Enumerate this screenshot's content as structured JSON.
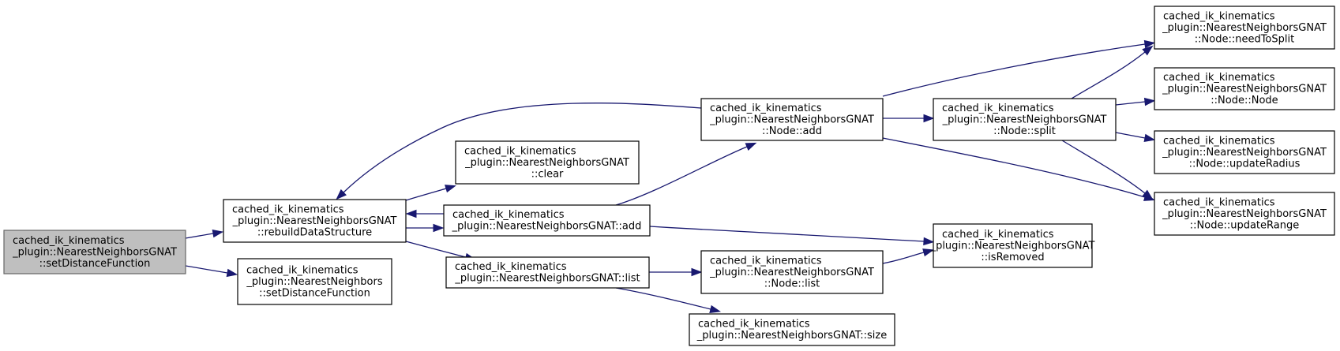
{
  "diagram": {
    "type": "call-graph",
    "colors": {
      "edge": "#191970",
      "node_border": "#000000",
      "node_fill": "#ffffff",
      "current_node_fill": "#bfbfbf",
      "current_node_border": "#666666"
    },
    "nodes": [
      {
        "id": "setDistanceFunction",
        "current": true,
        "lines": [
          "cached_ik_kinematics",
          "_plugin::NearestNeighborsGNAT",
          "::setDistanceFunction"
        ]
      },
      {
        "id": "rebuildDataStructure",
        "lines": [
          "cached_ik_kinematics",
          "_plugin::NearestNeighborsGNAT",
          "::rebuildDataStructure"
        ]
      },
      {
        "id": "nn_setDistanceFunction",
        "lines": [
          "cached_ik_kinematics",
          "_plugin::NearestNeighbors",
          "::setDistanceFunction"
        ]
      },
      {
        "id": "clear",
        "lines": [
          "cached_ik_kinematics",
          "_plugin::NearestNeighborsGNAT",
          "::clear"
        ]
      },
      {
        "id": "add",
        "lines": [
          "cached_ik_kinematics",
          "_plugin::NearestNeighborsGNAT::add"
        ]
      },
      {
        "id": "list",
        "lines": [
          "cached_ik_kinematics",
          "_plugin::NearestNeighborsGNAT::list"
        ]
      },
      {
        "id": "node_add",
        "lines": [
          "cached_ik_kinematics",
          "_plugin::NearestNeighborsGNAT",
          "::Node::add"
        ]
      },
      {
        "id": "node_list",
        "lines": [
          "cached_ik_kinematics",
          "_plugin::NearestNeighborsGNAT",
          "::Node::list"
        ]
      },
      {
        "id": "size",
        "lines": [
          "cached_ik_kinematics",
          "_plugin::NearestNeighborsGNAT::size"
        ]
      },
      {
        "id": "node_split",
        "lines": [
          "cached_ik_kinematics",
          "_plugin::NearestNeighborsGNAT",
          "::Node::split"
        ]
      },
      {
        "id": "isRemoved",
        "lines": [
          "cached_ik_kinematics",
          "_plugin::NearestNeighborsGNAT",
          "::isRemoved"
        ]
      },
      {
        "id": "needToSplit",
        "lines": [
          "cached_ik_kinematics",
          "_plugin::NearestNeighborsGNAT",
          "::Node::needToSplit"
        ]
      },
      {
        "id": "node_ctor",
        "lines": [
          "cached_ik_kinematics",
          "_plugin::NearestNeighborsGNAT",
          "::Node::Node"
        ]
      },
      {
        "id": "updateRadius",
        "lines": [
          "cached_ik_kinematics",
          "_plugin::NearestNeighborsGNAT",
          "::Node::updateRadius"
        ]
      },
      {
        "id": "updateRange",
        "lines": [
          "cached_ik_kinematics",
          "_plugin::NearestNeighborsGNAT",
          "::Node::updateRange"
        ]
      }
    ],
    "edges": [
      {
        "from": "setDistanceFunction",
        "to": "rebuildDataStructure"
      },
      {
        "from": "setDistanceFunction",
        "to": "nn_setDistanceFunction"
      },
      {
        "from": "rebuildDataStructure",
        "to": "clear"
      },
      {
        "from": "rebuildDataStructure",
        "to": "add"
      },
      {
        "from": "rebuildDataStructure",
        "to": "list"
      },
      {
        "from": "add",
        "to": "rebuildDataStructure"
      },
      {
        "from": "add",
        "to": "node_add"
      },
      {
        "from": "add",
        "to": "isRemoved"
      },
      {
        "from": "node_add",
        "to": "rebuildDataStructure"
      },
      {
        "from": "node_add",
        "to": "node_split"
      },
      {
        "from": "node_add",
        "to": "needToSplit"
      },
      {
        "from": "node_add",
        "to": "updateRange"
      },
      {
        "from": "node_split",
        "to": "needToSplit"
      },
      {
        "from": "node_split",
        "to": "node_ctor"
      },
      {
        "from": "node_split",
        "to": "updateRadius"
      },
      {
        "from": "node_split",
        "to": "updateRange"
      },
      {
        "from": "list",
        "to": "node_list"
      },
      {
        "from": "list",
        "to": "size"
      },
      {
        "from": "node_list",
        "to": "isRemoved"
      }
    ]
  }
}
